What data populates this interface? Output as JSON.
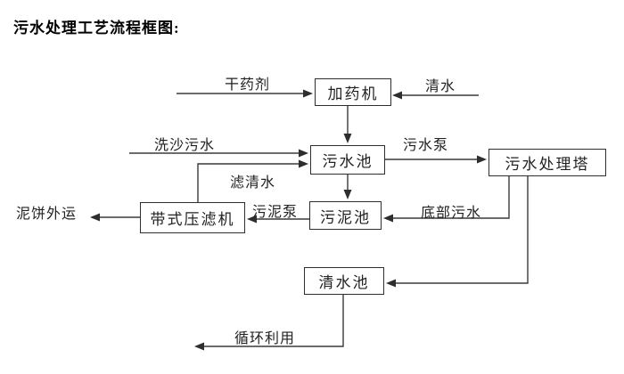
{
  "title": "污水处理工艺流程框图:",
  "flowchart": {
    "nodes": [
      {
        "id": "dosing-machine",
        "label": "加药机"
      },
      {
        "id": "sewage-pool",
        "label": "污水池"
      },
      {
        "id": "treatment-tower",
        "label": "污水处理塔"
      },
      {
        "id": "sludge-pool",
        "label": "污泥池"
      },
      {
        "id": "belt-filter-press",
        "label": "带式压滤机"
      },
      {
        "id": "clean-water-pool",
        "label": "清水池"
      }
    ],
    "edge_labels": [
      {
        "id": "dry-chemical",
        "label": "干药剂"
      },
      {
        "id": "clean-water-in",
        "label": "清水"
      },
      {
        "id": "sand-washing-sewage",
        "label": "洗沙污水"
      },
      {
        "id": "filtered-water",
        "label": "滤清水"
      },
      {
        "id": "sewage-pump",
        "label": "污水泵"
      },
      {
        "id": "bottom-sewage",
        "label": "底部污水"
      },
      {
        "id": "sludge-pump",
        "label": "污泥泵"
      },
      {
        "id": "mud-cake-outbound",
        "label": "泥饼外运"
      },
      {
        "id": "recycle-use",
        "label": "循环利用"
      }
    ]
  },
  "colors": {
    "background": "#ffffff",
    "line": "#3a3a3a",
    "text": "#1a1a1a"
  }
}
